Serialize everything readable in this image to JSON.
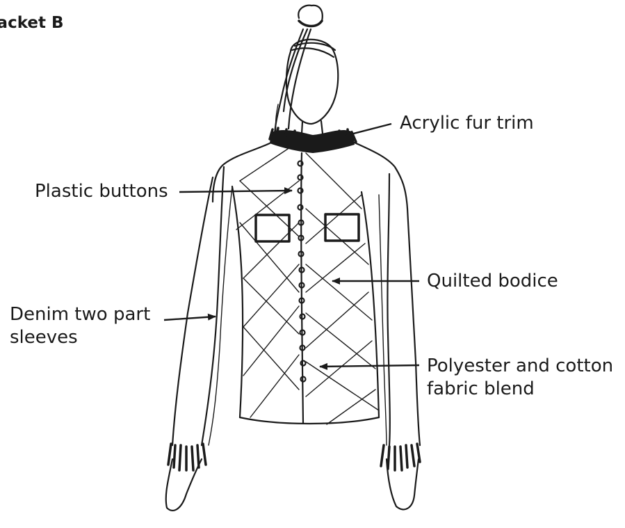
{
  "title": "Jacket B",
  "labels": {
    "fur_trim": "Acrylic fur trim",
    "buttons": "Plastic buttons",
    "bodice": "Quilted bodice",
    "sleeves_line1": "Denim two part",
    "sleeves_line2": "sleeves",
    "fabric_line1": "Polyester and cotton",
    "fabric_line2": "fabric blend"
  },
  "colors": {
    "ink": "#1a1a1a",
    "background": "#ffffff"
  },
  "icons": [
    "arrowhead-icon"
  ]
}
